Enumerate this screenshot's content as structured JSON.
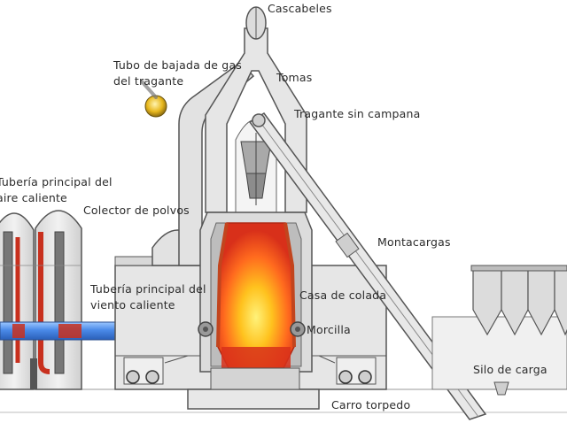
{
  "labels": {
    "cascabeles": "Cascabeles",
    "tubo_bajada_1": "Tubo de bajada de gas",
    "tubo_bajada_2": "del tragante",
    "tomas": "Tomas",
    "tragante": "Tragante sin campana",
    "tuberia_caliente_1": "Tubería principal del",
    "tuberia_caliente_2": "aire caliente",
    "colector": "Colector de polvos",
    "montacargas": "Montacargas",
    "tuberia_viento_1": "Tubería principal del",
    "tuberia_viento_2": "viento caliente",
    "casa_colada": "Casa de colada",
    "morcilla": "Morcilla",
    "silo": "Silo de carga",
    "carro": "Carro torpedo"
  },
  "colors": {
    "structure_fill": "#e4e4e4",
    "structure_stroke": "#555555",
    "hot_air_pipe": "#3f7fe0",
    "molten_core": "#ffd23a",
    "molten_edge": "#e23a1c",
    "stove_pipe": "#c8301e"
  },
  "icons": [
    "gas-valve-icon"
  ]
}
